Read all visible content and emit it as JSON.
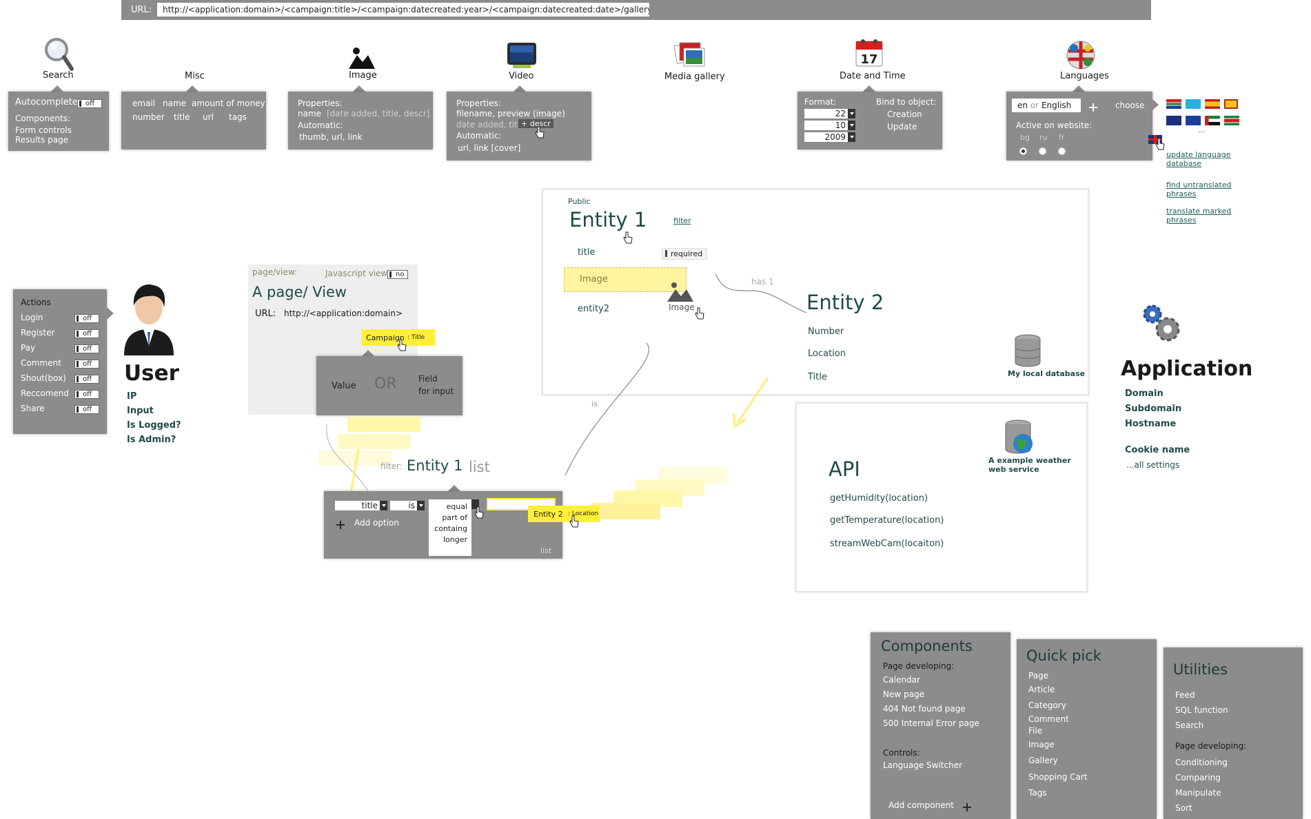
{
  "url_bar": {
    "label": "URL:",
    "value": "http://<application:domain>/<campaign:title>/<campaign:datecreated:year>/<campaign:datecreated:date>/gallery"
  },
  "toolbar": {
    "search": {
      "label": "Search",
      "autocomplete": "Autocomplete",
      "autocomplete_state": "off",
      "components_title": "Components:",
      "items": [
        "Form controls",
        "Results page"
      ]
    },
    "misc": {
      "label": "Misc",
      "row1": [
        "email",
        "name",
        "amount of money"
      ],
      "row2": [
        "number",
        "title",
        "url",
        "tags"
      ]
    },
    "image": {
      "label": "Image",
      "properties": "Properties:",
      "name": "name",
      "name_opts": "[date added, title, descr]",
      "automatic": "Automatic:",
      "auto_vals": "thumb, url, link"
    },
    "video": {
      "label": "Video",
      "properties": "Properties:",
      "props_val": "filename, preview (image)",
      "date_line": "date added, titl",
      "descr_chip": "+ descr",
      "automatic": "Automatic:",
      "auto_vals": "url, link [cover]"
    },
    "media_gallery": {
      "label": "Media gallery"
    },
    "date_time": {
      "label": "Date and Time",
      "format": "Format:",
      "day": "22",
      "month": "10",
      "year": "2009",
      "bind": "Bind to object:",
      "creation": "Creation",
      "update": "Update"
    },
    "languages": {
      "label": "Languages",
      "code": "en",
      "or": "or",
      "lang_name": "English",
      "choose": "choose",
      "active": "Active on website:",
      "codes": [
        "bg",
        "ru",
        "fr"
      ],
      "links": [
        "update language database",
        "find untranslated phrases",
        "translate marked phrases"
      ],
      "more": "..."
    }
  },
  "actions": {
    "title": "Actions",
    "items": [
      {
        "label": "Login",
        "state": "off"
      },
      {
        "label": "Register",
        "state": "off"
      },
      {
        "label": "Pay",
        "state": "off"
      },
      {
        "label": "Comment",
        "state": "off"
      },
      {
        "label": "Shout(box)",
        "state": "off"
      },
      {
        "label": "Reccomend",
        "state": "off"
      },
      {
        "label": "Share",
        "state": "off"
      }
    ]
  },
  "user": {
    "title": "User",
    "fields": [
      "IP",
      "Input",
      "Is Logged?",
      "Is Admin?"
    ]
  },
  "page_view": {
    "kind": "page/view:",
    "js_label": "Javascript view",
    "js_state": "no",
    "title": "A page/ View",
    "url_label": "URL:",
    "url_value": "http://<application:domain>",
    "chip_main": "Campaign",
    "chip_sub": ": Title",
    "value": "Value",
    "or": "OR",
    "field1": "Field",
    "field2": "for input"
  },
  "entity1": {
    "public": "Public",
    "title": "Entity 1",
    "filter": "filter",
    "fields": [
      "title",
      "Image",
      "entity2"
    ],
    "required": "required",
    "image_caption": "Image",
    "relation": "has 1"
  },
  "entity2": {
    "title": "Entity 2",
    "fields": [
      "Number",
      "Location",
      "Title"
    ]
  },
  "database": {
    "label": "My local database"
  },
  "list_panel": {
    "filter_label": "filter:",
    "entity": "Entity 1",
    "list": "list",
    "is_label": "is",
    "field_sel": "title",
    "op_sel": "is",
    "options": [
      "equal",
      "part of",
      "containg",
      "longer"
    ],
    "add_option": "Add option",
    "footer": "list",
    "chip_main": "Entity 2",
    "chip_sub": ": Location"
  },
  "api": {
    "title": "API",
    "service": "A example weather web service",
    "methods": [
      "getHumidity(location)",
      "getTemperature(location)",
      "streamWebCam(locaiton)"
    ]
  },
  "application": {
    "title": "Application",
    "fields": [
      "Domain",
      "Subdomain",
      "Hostname"
    ],
    "cookie": "Cookie name",
    "all_settings": "...all settings"
  },
  "components": {
    "title": "Components",
    "page_dev": "Page developing:",
    "page_items": [
      "Calendar",
      "New page",
      "404 Not found page",
      "500 Internal Error page"
    ],
    "controls": "Controls:",
    "control_items": [
      "Language Switcher"
    ],
    "add": "Add component"
  },
  "quick_pick": {
    "title": "Quick pick",
    "items": [
      "Page",
      "Article",
      "Category",
      "Comment",
      "File",
      "Image",
      "Gallery",
      "Shopping Cart",
      "Tags"
    ]
  },
  "utilities": {
    "title": "Utilities",
    "items": [
      "Feed",
      "SQL function",
      "Search"
    ],
    "page_dev": "Page developing:",
    "dev_items": [
      "Conditioning",
      "Comparing",
      "Manipulate",
      "Sort"
    ]
  },
  "colors": {
    "panel_gray": "#8c8c8c",
    "yellow": "#ffef3a",
    "teal_text": "#1f4a4a"
  }
}
